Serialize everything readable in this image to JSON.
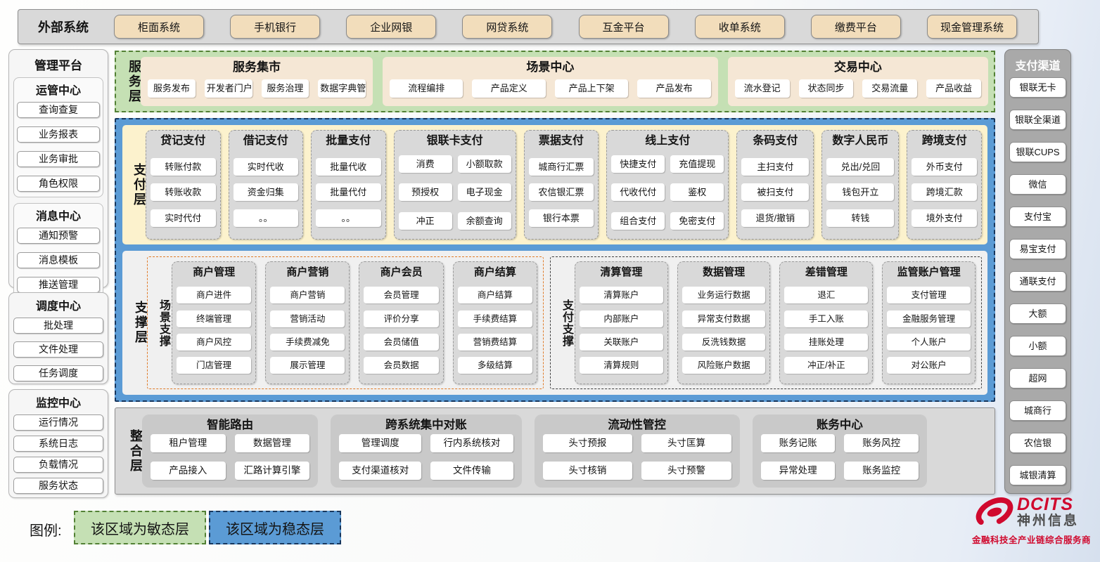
{
  "top_bar": {
    "label": "外部系统",
    "items": [
      "柜面系统",
      "手机银行",
      "企业网银",
      "网贷系统",
      "互金平台",
      "收单系统",
      "缴费平台",
      "现金管理系统"
    ]
  },
  "left_sidebar": {
    "title": "管理平台",
    "groups": [
      {
        "title": "运管中心",
        "items": [
          "查询查复",
          "业务报表",
          "业务审批",
          "角色权限"
        ]
      },
      {
        "title": "消息中心",
        "items": [
          "通知预警",
          "消息模板",
          "推送管理"
        ]
      },
      {
        "title": "调度中心",
        "items": [
          "批处理",
          "文件处理",
          "任务调度"
        ]
      },
      {
        "title": "监控中心",
        "items": [
          "运行情况",
          "系统日志",
          "负载情况",
          "服务状态"
        ]
      }
    ]
  },
  "service_layer": {
    "label": "服务层",
    "panels": [
      {
        "title": "服务集市",
        "items": [
          "服务发布",
          "开发者门户",
          "服务治理",
          "数据字典管理"
        ]
      },
      {
        "title": "场景中心",
        "items": [
          "流程编排",
          "产品定义",
          "产品上下架",
          "产品发布"
        ]
      },
      {
        "title": "交易中心",
        "items": [
          "流水登记",
          "状态同步",
          "交易流量",
          "产品收益"
        ]
      }
    ]
  },
  "payment_layer": {
    "label": "支付层",
    "columns": [
      {
        "title": "贷记支付",
        "items": [
          "转账付款",
          "转账收款",
          "实时代付"
        ]
      },
      {
        "title": "借记支付",
        "items": [
          "实时代收",
          "资金归集",
          "。。"
        ]
      },
      {
        "title": "批量支付",
        "items": [
          "批量代收",
          "批量代付",
          "。。"
        ]
      },
      {
        "title": "银联卡支付",
        "items": [
          "消费",
          "小额取款",
          "预授权",
          "电子现金",
          "冲正",
          "余额查询"
        ]
      },
      {
        "title": "票据支付",
        "items": [
          "城商行汇票",
          "农信银汇票",
          "银行本票"
        ]
      },
      {
        "title": "线上支付",
        "items": [
          "快捷支付",
          "充值提现",
          "代收代付",
          "鉴权",
          "组合支付",
          "免密支付"
        ]
      },
      {
        "title": "条码支付",
        "items": [
          "主扫支付",
          "被扫支付",
          "退货/撤销"
        ]
      },
      {
        "title": "数字人民币",
        "items": [
          "兑出/兑回",
          "钱包开立",
          "转钱"
        ]
      },
      {
        "title": "跨境支付",
        "items": [
          "外币支付",
          "跨境汇款",
          "境外支付"
        ]
      }
    ]
  },
  "support_layer": {
    "label": "支撑层",
    "sections": [
      {
        "label": "场景支撑",
        "columns": [
          {
            "title": "商户管理",
            "items": [
              "商户进件",
              "终端管理",
              "商户风控",
              "门店管理"
            ]
          },
          {
            "title": "商户营销",
            "items": [
              "商户营销",
              "营销活动",
              "手续费减免",
              "展示管理"
            ]
          },
          {
            "title": "商户会员",
            "items": [
              "会员管理",
              "评价分享",
              "会员储值",
              "会员数据"
            ]
          },
          {
            "title": "商户结算",
            "items": [
              "商户结算",
              "手续费结算",
              "营销费结算",
              "多级结算"
            ]
          }
        ]
      },
      {
        "label": "支付支撑",
        "columns": [
          {
            "title": "清算管理",
            "items": [
              "清算账户",
              "内部账户",
              "关联账户",
              "清算规则"
            ]
          },
          {
            "title": "数据管理",
            "items": [
              "业务运行数据",
              "异常支付数据",
              "反洗钱数据",
              "风险账户数据"
            ]
          },
          {
            "title": "差错管理",
            "items": [
              "退汇",
              "手工入账",
              "挂账处理",
              "冲正/补正"
            ]
          },
          {
            "title": "监管账户管理",
            "items": [
              "支付管理",
              "金融服务管理",
              "个人账户",
              "对公账户"
            ]
          }
        ]
      }
    ]
  },
  "integration_layer": {
    "label": "整合层",
    "panels": [
      {
        "title": "智能路由",
        "items": [
          "租户管理",
          "数据管理",
          "产品接入",
          "汇路计算引擎"
        ]
      },
      {
        "title": "跨系统集中对账",
        "items": [
          "管理调度",
          "行内系统核对",
          "支付渠道核对",
          "文件传输"
        ]
      },
      {
        "title": "流动性管控",
        "items": [
          "头寸预报",
          "头寸匡算",
          "头寸核销",
          "头寸预警"
        ]
      },
      {
        "title": "账务中心",
        "items": [
          "账务记账",
          "账务风控",
          "异常处理",
          "账务监控"
        ]
      }
    ]
  },
  "right_sidebar": {
    "title": "支付渠道",
    "items": [
      "银联无卡",
      "银联全渠道",
      "银联CUPS",
      "微信",
      "支付宝",
      "易宝支付",
      "通联支付",
      "大额",
      "小额",
      "超网",
      "城商行",
      "农信银",
      "城银清算"
    ]
  },
  "legend": {
    "label": "图例:",
    "agile": "该区域为敏态层",
    "stable": "该区域为稳态层"
  },
  "logo": {
    "brand_en": "DCITS",
    "brand_cn": "神州信息",
    "tagline": "金融科技全产业链综合服务商"
  },
  "colors": {
    "agile_green_bg": "#c5e0b4",
    "agile_green_border": "#538135",
    "stable_blue_bg": "#5b9bd5",
    "stable_blue_border": "#17375e",
    "service_cream_panel": "#f5e7d5",
    "payment_cream_panel": "#fcf2cd",
    "external_tan_button": "#f2ddbb",
    "gray_block": "#d9d9d9",
    "scene_orange_border": "#e07b28",
    "logo_red": "#d0092e"
  }
}
